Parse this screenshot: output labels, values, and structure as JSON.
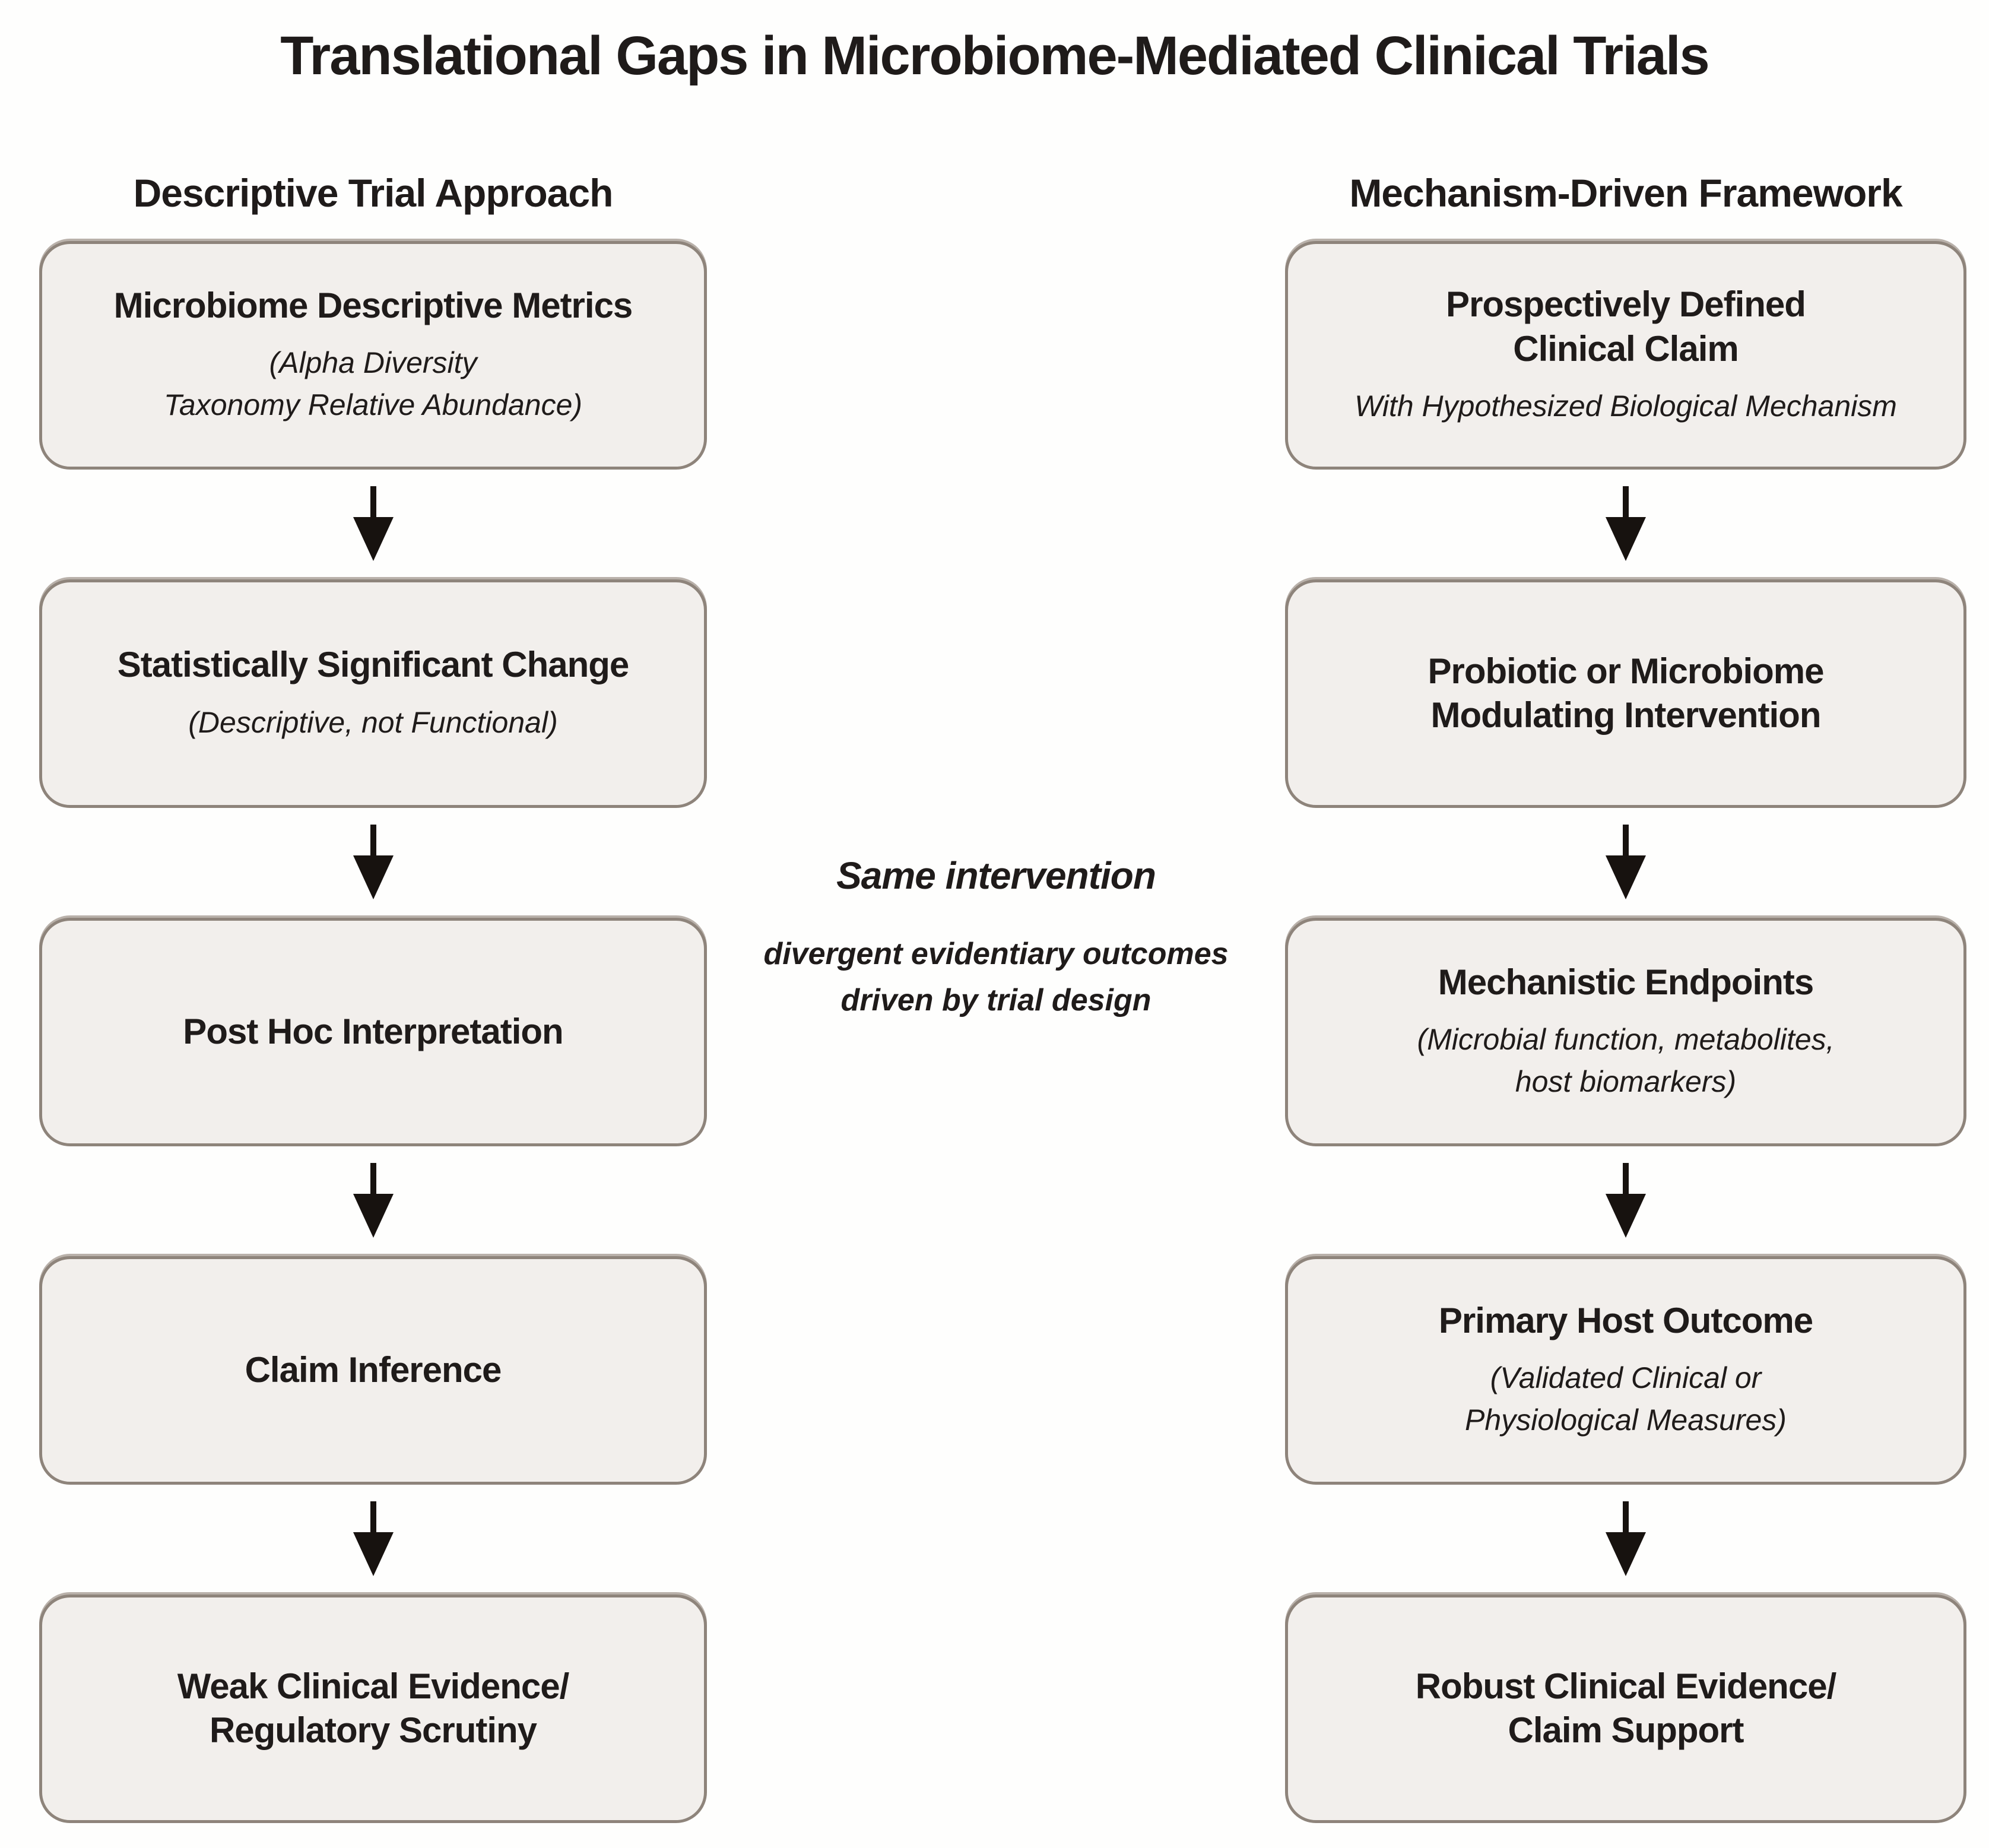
{
  "title": "Translational Gaps in Microbiome-Mediated Clinical Trials",
  "left_column": {
    "header": "Descriptive Trial Approach",
    "boxes": [
      {
        "title_lines": [
          "Microbiome Descriptive Metrics"
        ],
        "subtitle_lines": [
          "(Alpha Diversity",
          "Taxonomy Relative Abundance)"
        ]
      },
      {
        "title_lines": [
          "Statistically Significant Change"
        ],
        "subtitle_lines": [
          "(Descriptive, not Functional)"
        ]
      },
      {
        "title_lines": [
          "Post Hoc Interpretation"
        ],
        "subtitle_lines": []
      },
      {
        "title_lines": [
          "Claim Inference"
        ],
        "subtitle_lines": []
      },
      {
        "title_lines": [
          "Weak Clinical Evidence/",
          "Regulatory Scrutiny"
        ],
        "subtitle_lines": []
      }
    ]
  },
  "right_column": {
    "header": "Mechanism-Driven Framework",
    "boxes": [
      {
        "title_lines": [
          "Prospectively Defined",
          "Clinical Claim"
        ],
        "subtitle_lines": [
          "With Hypothesized Biological Mechanism"
        ]
      },
      {
        "title_lines": [
          "Probiotic or Microbiome",
          "Modulating Intervention"
        ],
        "subtitle_lines": []
      },
      {
        "title_lines": [
          "Mechanistic Endpoints"
        ],
        "subtitle_lines": [
          "(Microbial function, metabolites,",
          "host biomarkers)"
        ]
      },
      {
        "title_lines": [
          "Primary Host Outcome"
        ],
        "subtitle_lines": [
          "(Validated Clinical or",
          "Physiological Measures)"
        ]
      },
      {
        "title_lines": [
          "Robust Clinical Evidence/",
          "Claim Support"
        ],
        "subtitle_lines": []
      }
    ]
  },
  "middle_note": {
    "heading": "Same intervention",
    "lines": [
      "divergent evidentiary outcomes",
      "driven by trial design"
    ]
  },
  "icons": {
    "down_arrow": "↓"
  },
  "colors": {
    "box_fill": "#f2efec",
    "box_border": "#8e847b",
    "text": "#1f1b1a",
    "arrow": "#17120f",
    "background": "#fefefd"
  }
}
